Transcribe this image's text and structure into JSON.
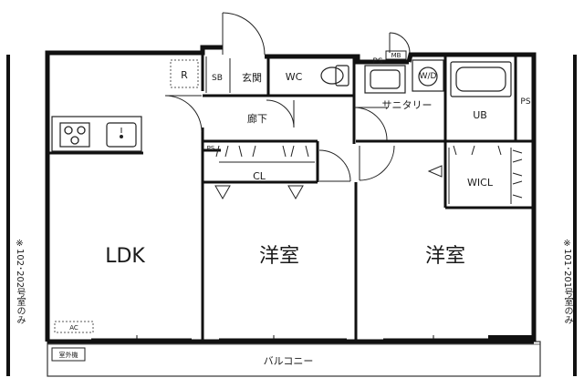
{
  "rooms": {
    "ldk": "LDK",
    "bedroom_center": "洋室",
    "bedroom_right": "洋室",
    "entrance": "玄関",
    "shoe_box": "SB",
    "toilet": "WC",
    "refrigerator": "R",
    "hallway": "廊下",
    "sanitary": "サニタリー",
    "washer": "W/D",
    "bathroom": "UB",
    "pipe_space_top": "PS",
    "meter_box": "MB",
    "pipe_space_right": "PS",
    "pipe_space_small": "PS",
    "closet": "CL",
    "walk_in_closet": "WICL",
    "aircon": "AC",
    "outdoor_unit": "室外機",
    "balcony": "バルコニー"
  },
  "side_notes": {
    "left": "※102･202号室のみ",
    "right": "※101･201号室のみ"
  }
}
